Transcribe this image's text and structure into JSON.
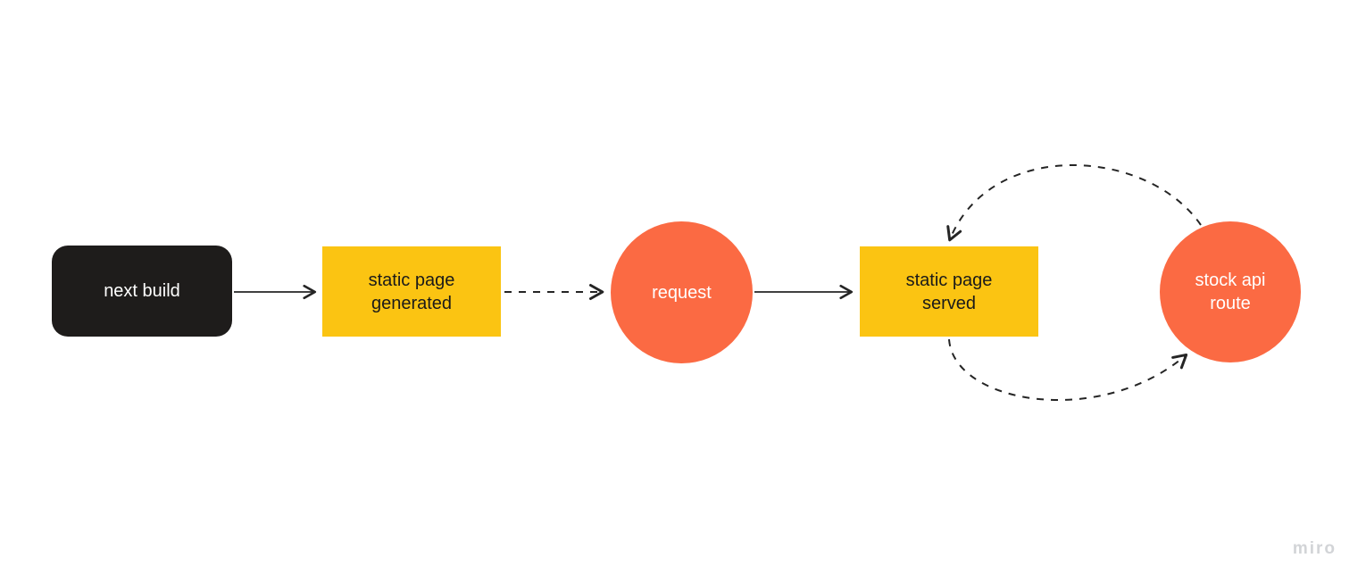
{
  "diagram": {
    "tool": "miro",
    "background": "#ffffff",
    "nodes": {
      "next_build": {
        "label": "next build",
        "shape": "rounded-rectangle",
        "fill": "#1e1c1b",
        "text_color": "#ffffff"
      },
      "static_page_generated": {
        "label": "static page generated",
        "shape": "rectangle",
        "fill": "#fbc412",
        "text_color": "#1a1a1a"
      },
      "request": {
        "label": "request",
        "shape": "circle",
        "fill": "#fb6a43",
        "text_color": "#ffffff"
      },
      "static_page_served": {
        "label": "static page served",
        "shape": "rectangle",
        "fill": "#fbc412",
        "text_color": "#1a1a1a"
      },
      "stock_api_route": {
        "label": "stock api route",
        "shape": "circle",
        "fill": "#fb6a43",
        "text_color": "#ffffff"
      }
    },
    "connectors": [
      {
        "from": "next build",
        "to": "static page generated",
        "style": "solid",
        "arrow": "open-chevron"
      },
      {
        "from": "static page generated",
        "to": "request",
        "style": "dashed",
        "arrow": "open-chevron"
      },
      {
        "from": "request",
        "to": "static page served",
        "style": "solid",
        "arrow": "open-chevron"
      },
      {
        "from": "stock api route",
        "to": "static page served",
        "style": "dashed-curved-over-top",
        "arrow": "open-chevron"
      },
      {
        "from": "static page served",
        "to": "stock api route",
        "style": "dashed-curved-under-bottom",
        "arrow": "open-chevron"
      }
    ],
    "connector_color": "#252525"
  },
  "watermark": {
    "label": "miro",
    "color": "#d2d4d7"
  }
}
